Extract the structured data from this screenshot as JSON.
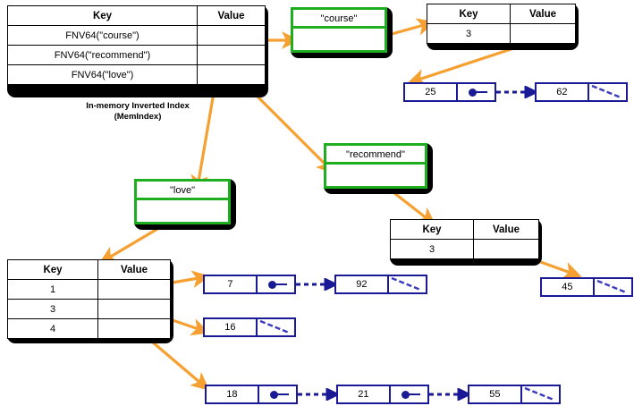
{
  "colors": {
    "arrow_orange": "#f5a030",
    "term_green": "#1fae1f",
    "node_blue": "#1a1a96",
    "shadow_black": "#000000",
    "background": "#ffffff"
  },
  "memindex": {
    "caption_line1": "In-memory Inverted Index",
    "caption_line2": "(MemIndex)",
    "headers": {
      "key": "Key",
      "value": "Value"
    },
    "rows": [
      {
        "key": "FNV64(\"course\")",
        "value": ""
      },
      {
        "key": "FNV64(\"recommend\")",
        "value": ""
      },
      {
        "key": "FNV64(\"love\")",
        "value": ""
      }
    ]
  },
  "term_boxes": [
    {
      "id": "course",
      "label": "\"course\""
    },
    {
      "id": "recommend",
      "label": "\"recommend\""
    },
    {
      "id": "love",
      "label": "\"love\""
    }
  ],
  "doc_tables": [
    {
      "id": "course-doc-table",
      "headers": {
        "key": "Key",
        "value": "Value"
      },
      "rows": [
        {
          "key": "3",
          "value": ""
        }
      ]
    },
    {
      "id": "recommend-doc-table",
      "headers": {
        "key": "Key",
        "value": "Value"
      },
      "rows": [
        {
          "key": "3",
          "value": ""
        }
      ]
    },
    {
      "id": "love-doc-table",
      "headers": {
        "key": "Key",
        "value": "Value"
      },
      "rows": [
        {
          "key": "1",
          "value": ""
        },
        {
          "key": "3",
          "value": ""
        },
        {
          "key": "4",
          "value": ""
        }
      ]
    }
  ],
  "linked_lists": [
    {
      "id": "course-positions",
      "nodes": [
        {
          "value": "25",
          "next": true
        },
        {
          "value": "62",
          "next": false
        }
      ]
    },
    {
      "id": "recommend-positions",
      "nodes": [
        {
          "value": "45",
          "next": false
        }
      ]
    },
    {
      "id": "love-doc1-positions",
      "nodes": [
        {
          "value": "7",
          "next": true
        },
        {
          "value": "92",
          "next": false
        }
      ]
    },
    {
      "id": "love-doc3-positions",
      "nodes": [
        {
          "value": "16",
          "next": false
        }
      ]
    },
    {
      "id": "love-doc4-positions",
      "nodes": [
        {
          "value": "18",
          "next": true
        },
        {
          "value": "21",
          "next": true
        },
        {
          "value": "55",
          "next": false
        }
      ]
    }
  ]
}
